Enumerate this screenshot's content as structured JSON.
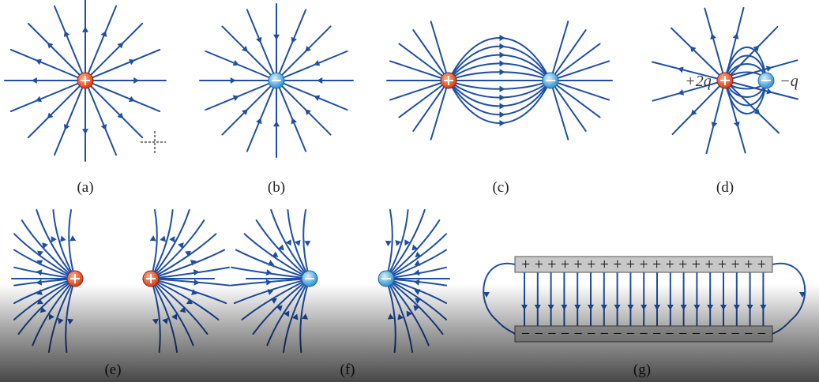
{
  "panels": [
    {
      "key": "a",
      "caption": "(a)",
      "charges": [
        {
          "sign": "+"
        }
      ]
    },
    {
      "key": "b",
      "caption": "(b)",
      "charges": [
        {
          "sign": "−"
        }
      ]
    },
    {
      "key": "c",
      "caption": "(c)",
      "charges": [
        {
          "sign": "+"
        },
        {
          "sign": "−"
        }
      ]
    },
    {
      "key": "d",
      "caption": "(d)",
      "charges": [
        {
          "sign": "+",
          "label": "+2q"
        },
        {
          "sign": "−",
          "label": "−q"
        }
      ]
    },
    {
      "key": "e",
      "caption": "(e)",
      "charges": [
        {
          "sign": "+"
        },
        {
          "sign": "+"
        }
      ]
    },
    {
      "key": "f",
      "caption": "(f)",
      "charges": [
        {
          "sign": "−"
        },
        {
          "sign": "−"
        }
      ]
    },
    {
      "key": "g",
      "caption": "(g)",
      "plates": {
        "top": "+++++++++++++++++++",
        "bottom": "−−−−−−−−−−−−−−−−−−−"
      }
    }
  ],
  "colors": {
    "field_line": "#1f4fa3",
    "positive": "#e8552e",
    "negative": "#4aa8e0",
    "plate": "#c8c8c8",
    "caption": "#222222"
  }
}
